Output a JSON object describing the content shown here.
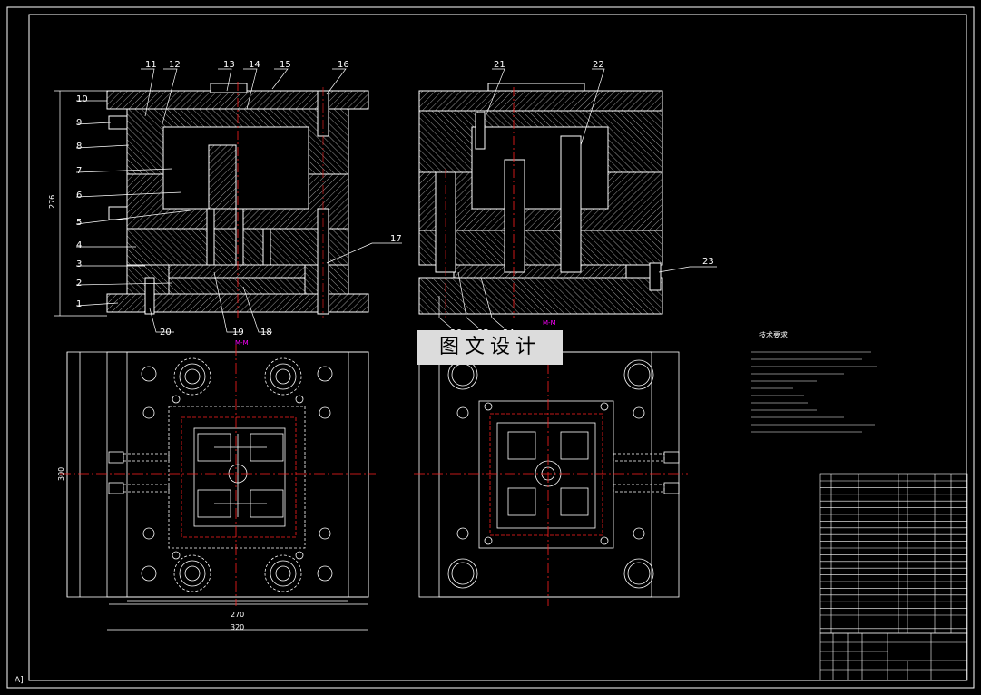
{
  "drawing": {
    "corner_mark": "A]",
    "watermark": "图文设计",
    "part_labels_top_left": [
      "11",
      "12",
      "13",
      "14",
      "15",
      "16"
    ],
    "part_labels_left_column": [
      "10",
      "9",
      "8",
      "7",
      "6",
      "5",
      "4",
      "3",
      "2",
      "1"
    ],
    "part_labels_bottom_left": [
      "20",
      "19",
      "18"
    ],
    "part_label_17": "17",
    "part_labels_right_view": [
      "21",
      "22",
      "23"
    ],
    "part_labels_right_bottom": [
      "26",
      "25",
      "24"
    ],
    "section_label": "M-M",
    "dim_height": "276",
    "dim_plan_height": "300",
    "dim_width_inner": "270",
    "dim_width_outer": "320",
    "tech_title": "技术要求",
    "colors": {
      "background": "#000000",
      "line": "#ffffff",
      "hatch": "#bfbfbf",
      "centerline": "#ff2020",
      "annotation": "#ff00ff"
    }
  }
}
